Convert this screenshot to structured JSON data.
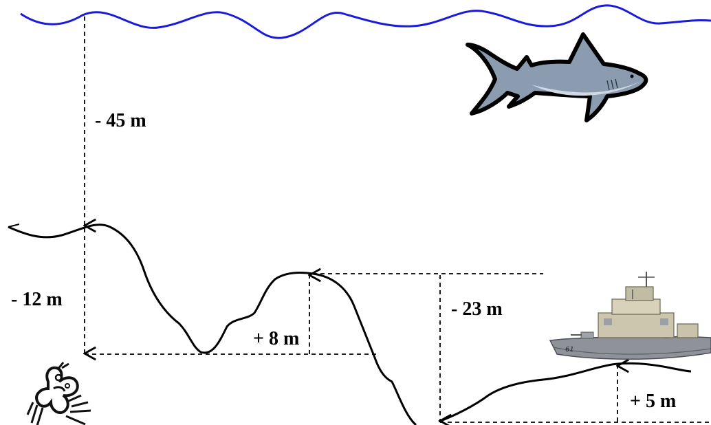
{
  "labels": {
    "surface_depth": "- 45 m",
    "bottom_drop": "- 12 m",
    "rise_peak": "+ 8 m",
    "deep_drop": "- 23 m",
    "ship_rise": "+ 5 m"
  },
  "colors": {
    "water_line": "#1010e0",
    "terrain": "#000000",
    "dash": "#000000",
    "shark_body": "#8a9bb0",
    "shark_belly": "#c9d3de",
    "shark_outline": "#000000",
    "ship_hull": "#8f9399",
    "ship_superstructure": "#c9c3ad"
  },
  "icons": {
    "shark": "shark-icon",
    "crab": "crab-icon",
    "ship": "warship-icon"
  }
}
